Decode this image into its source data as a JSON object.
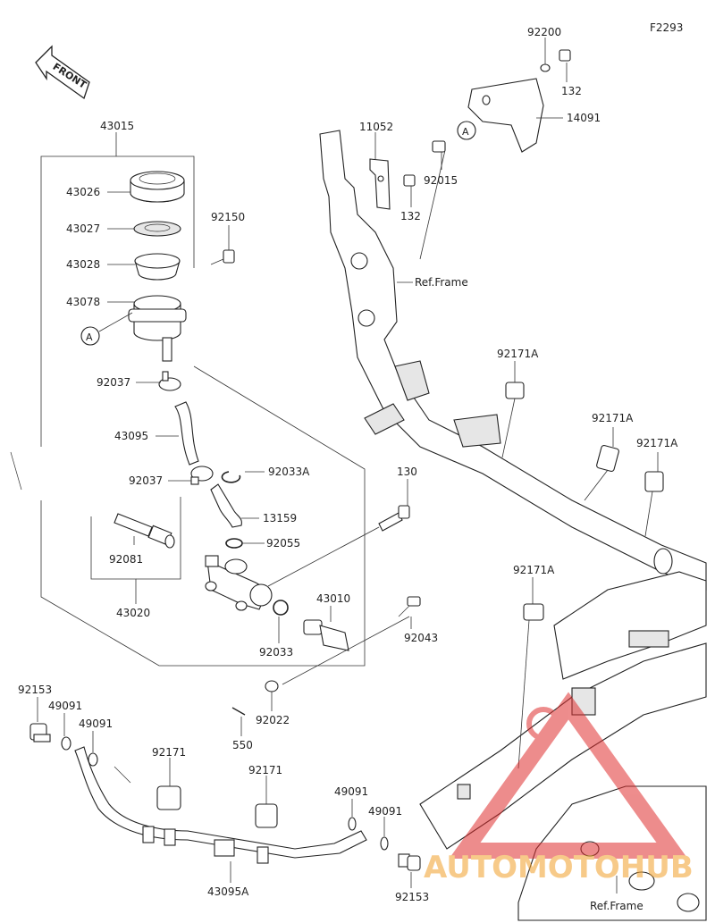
{
  "code": "F2293",
  "front_label": "FRONT",
  "watermark": "AUTOMOTOHUB",
  "parts": {
    "p43015": "43015",
    "p43026": "43026",
    "p43027": "43027",
    "p43028": "43028",
    "p43078": "43078",
    "p92150": "92150",
    "p92037a": "92037",
    "p43095": "43095",
    "p92037b": "92037",
    "p92033A": "92033A",
    "p13159": "13159",
    "p92055": "92055",
    "p92081": "92081",
    "p43020": "43020",
    "p92033": "92033",
    "p130": "130",
    "p43010": "43010",
    "p92043": "92043",
    "p92022": "92022",
    "p550": "550",
    "p92153a": "92153",
    "p49091a": "49091",
    "p49091b": "49091",
    "p92171a": "92171",
    "p92171b": "92171",
    "p49091c": "49091",
    "p49091d": "49091",
    "p92153b": "92153",
    "p43095A": "43095A",
    "p92200": "92200",
    "p132a": "132",
    "p14091": "14091",
    "p11052": "11052",
    "p92015": "92015",
    "p132b": "132",
    "pRefFrame1": "Ref.Frame",
    "p92171A1": "92171A",
    "p92171A2": "92171A",
    "p92171A3": "92171A",
    "p92171A4": "92171A",
    "pRefFrame2": "Ref.Frame"
  },
  "callout_A": "A"
}
